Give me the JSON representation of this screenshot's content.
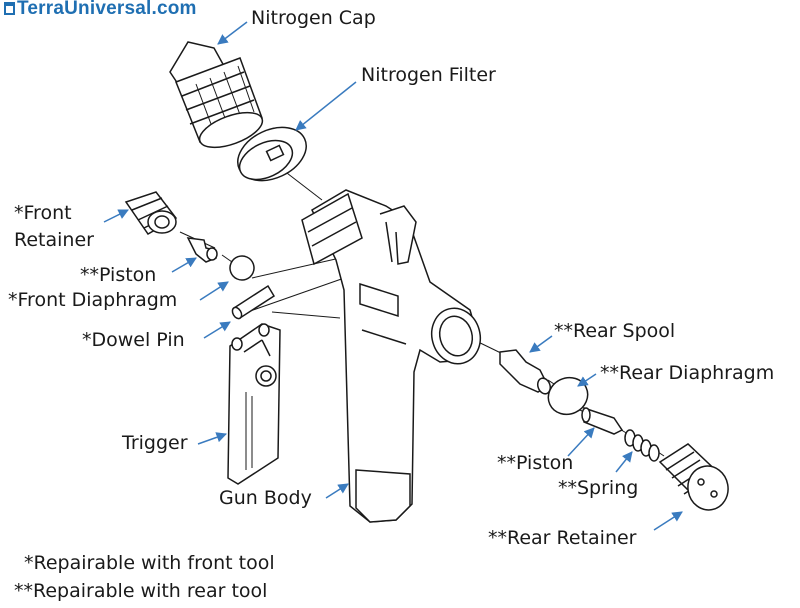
{
  "brand": {
    "name": "TerraUniversal.com"
  },
  "labels": {
    "nitrogen_cap": "Nitrogen Cap",
    "nitrogen_filter": "Nitrogen Filter",
    "front_retainer_line1": "*Front",
    "front_retainer_line2": "Retainer",
    "front_piston": "**Piston",
    "front_diaphragm": "*Front Diaphragm",
    "dowel_pin": "*Dowel Pin",
    "trigger": "Trigger",
    "gun_body": "Gun Body",
    "rear_spool": "**Rear Spool",
    "rear_diaphragm": "**Rear Diaphragm",
    "rear_piston": "**Piston",
    "spring": "**Spring",
    "rear_retainer": "**Rear Retainer"
  },
  "legend": {
    "front_tool": "*Repairable with front tool",
    "rear_tool": "**Repairable with rear tool"
  },
  "colors": {
    "brand": "#1f6fb2",
    "line": "#1a1a1a",
    "leader": "#3a7bbf",
    "fill": "#ffffff"
  }
}
